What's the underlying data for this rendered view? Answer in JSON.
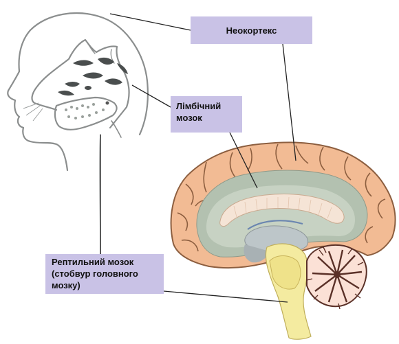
{
  "labels": {
    "neocortex": "Неокортекс",
    "limbic_line1": "Лімбічний",
    "limbic_line2": "мозок",
    "reptilian_line1": "Рептильний мозок",
    "reptilian_line2": "(стобвур головного",
    "reptilian_line3": "мозку)"
  },
  "colors": {
    "label_box": "#c9c2e6",
    "cortex": "#f2bb94",
    "cortex_outline": "#8c5e3f",
    "limbic": "#b3c1b0",
    "white_matter": "#c7d2c3",
    "corpus_callosum": "#f5e4d6",
    "brainstem": "#f4eba0",
    "cerebellum_light": "#fbe1d6",
    "cerebellum_dark": "#5a3027"
  }
}
